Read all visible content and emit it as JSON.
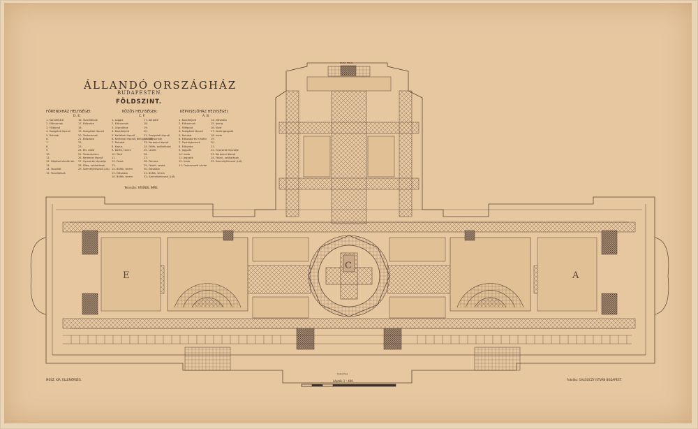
{
  "title": "ÁLLANDÓ ORSZÁGHÁZ",
  "subtitle": "BUDAPESTEN.",
  "floor": "FÖLDSZINT.",
  "legend": {
    "upper_house": {
      "header": "FŐRENDIHÁZ HELYISÉGEI:",
      "sub": "D. E.",
      "col1": [
        "1. Kocsifeljáró",
        "2. Előcsarnok",
        "3. Főlépcső",
        "4. Szolgálati lépcső",
        "5. Ruhatár",
        "6. ",
        "7. ",
        "8. ",
        "9. ",
        "10. ",
        "11. ",
        "12. Gépészmérnök lak.",
        "13. ",
        "14. Tanvillát",
        "15. Tanvillátsok"
      ],
      "col2": [
        "16. Tanvillátsok",
        "17. Előszoba",
        "18. ",
        "19. Szolgálati lépcső",
        "20. Tanteremek",
        "21. Előszoba",
        "22. ",
        "23. ",
        "24. Étt. ebéd",
        "25. Tanácsterem",
        "26. Kerámiai lépcső",
        "27. Gyorsirók lépcsője",
        "28. Főbe, szóltatások",
        "29. Személyfelvonó (LIA)"
      ]
    },
    "common": {
      "header": "KÖZÖS HELYISÉGEK:",
      "sub": "C. F.",
      "col1": [
        "1. Loggia",
        "2. Előcsarnok",
        "3. Lépcsőház",
        "4. Kocsifeljáró",
        "5. Mellékek lépcső",
        "6. Kerámiai lépcső (Belügyekből)",
        "7. Ruhatár",
        "8. Kapus",
        "9. Büfék, terem",
        "10. Tévé",
        "11. ",
        "12. Posta",
        "13. ",
        "14. Büfék, terem",
        "15. Előszoba",
        "16. Büfék, terem"
      ],
      "col2": [
        "17. Kórpáté",
        "18. ",
        "19. ",
        "20. ",
        "21. Szolgálati lépcső",
        "22. Előcsarnok",
        "23. Kerámiai lépcső",
        "24. Fölék, szóltatások",
        "25. Levélt",
        "26. ",
        "27. ",
        "28. Párnára",
        "29. Fővált. szoba",
        "30. Előszoba",
        "31. Büfék, terem",
        "32. Személyfelvonó (LIA)"
      ]
    },
    "lower_house": {
      "header": "KÉPVISELŐHÁZ HELYISÉGEI:",
      "sub": "A. B.",
      "col1": [
        "1. Kocsifeljáró",
        "2. Előcsarnok",
        "3. Főlépcső",
        "4. Szolgálati lépcső",
        "5. Ruhatár",
        "6. Előszoba és ruhatár",
        "7. Osztálytermek",
        "8. Előszoba",
        "9. Jegyzők",
        "10. Iroda",
        "11. Jegyzők",
        "12. Iroda",
        "13. Osszevezeti sávbe"
      ],
      "col2": [
        "14. Előszoba",
        "15. Iparig",
        "16. Vizdi",
        "17. Vezérigazgató",
        "18. Iroda",
        "19. ",
        "20. ",
        "21. ",
        "22. Gyorsirók lépcsője",
        "23. Kerámiai lépcső",
        "24. Fövek, szóltatások",
        "25. Személyfelvonó (LIA)"
      ]
    }
  },
  "drawn_note": "Tervezte: STEINDL IMRE.",
  "bottom_left": "MŰSZ. KIR. ELLENŐRSÉG.",
  "bottom_right": "Fotolito: GALGÓCZY ISTVÁN BUDAPEST.",
  "scale_label": "Lépték 1 : 400.",
  "scale_top": "Scale tiles",
  "top_label": "DUNA FELŐL",
  "wing_letters": [
    "E",
    "C",
    "A"
  ],
  "colors": {
    "paper": "#e6c7a0",
    "ink": "#5a4535",
    "fill": "#6b5444"
  }
}
